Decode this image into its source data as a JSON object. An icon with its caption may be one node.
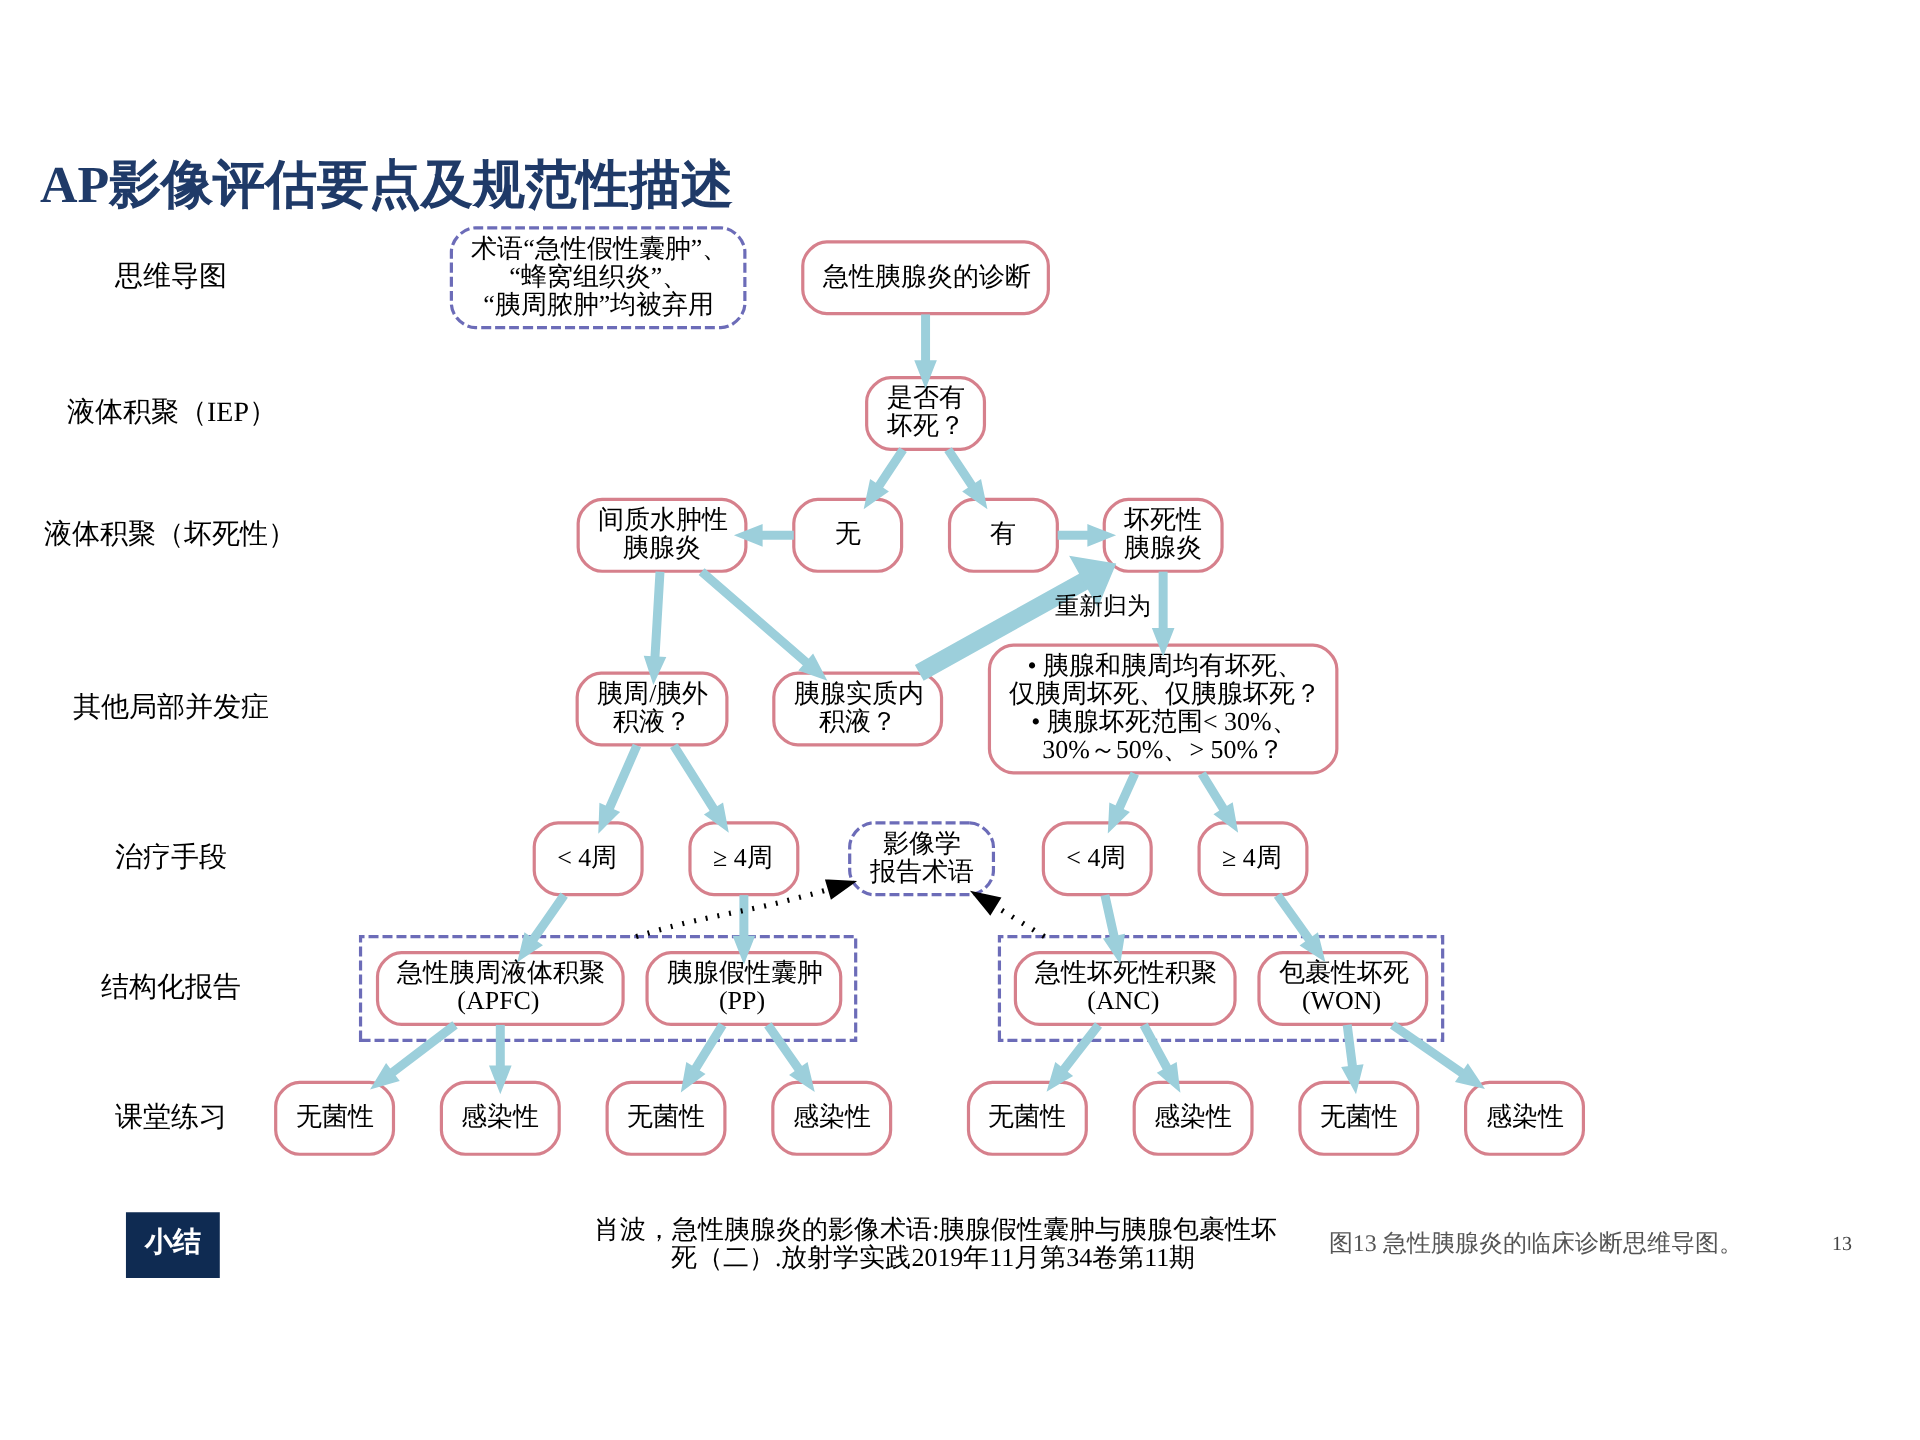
{
  "diagram": {
    "title": "AP影像评估要点及规范性描述",
    "caption": "图13 急性胰腺炎的临床诊断思维导图。",
    "nodes": [
      {
        "text": [
          "术语“急性假性囊肿”、“蜂窝组织炎”、“胰周脓肿”均被弃用"
        ]
      },
      {
        "text": [
          "急性胰腺炎的诊断"
        ]
      },
      {
        "text": [
          "是否有坏死？"
        ]
      },
      {
        "text": [
          "间质水肿性胰腺炎"
        ]
      },
      {
        "text": [
          "无"
        ]
      },
      {
        "text": [
          "有"
        ]
      },
      {
        "text": [
          "坏死性胰腺炎"
        ]
      },
      {
        "text": [
          "胰周/胰外积液？"
        ]
      },
      {
        "text": [
          "胰腺实质内积液？"
        ]
      },
      {
        "text": [
          "• 胰腺和胰周均有坏死、仅胰周坏死、仅胰腺坏死？",
          "• 胰腺坏死范围< 30%、30%～50%、> 50%？"
        ]
      },
      {
        "text": [
          "< 4周"
        ]
      },
      {
        "text": [
          "≥ 4周"
        ]
      },
      {
        "text": [
          "影像学报告术语"
        ]
      },
      {
        "text": [
          "< 4周"
        ]
      },
      {
        "text": [
          "≥ 4周"
        ]
      },
      {
        "text": [],
        "shape": "box"
      },
      {
        "text": [
          "急性胰周液体积聚",
          "(APFC)"
        ],
        "in": 15
      },
      {
        "text": [
          "胰腺假性囊肿",
          "(PP)"
        ],
        "in": 15
      },
      {
        "text": [],
        "shape": "box"
      },
      {
        "text": [
          "急性坏死性积聚",
          "(ANC)"
        ],
        "in": 18
      },
      {
        "text": [
          "包裹性坏死",
          "(WON)"
        ],
        "in": 18
      },
      {
        "text": [
          "无菌性"
        ]
      },
      {
        "text": [
          "感染性"
        ]
      },
      {
        "text": [
          "无菌性"
        ]
      },
      {
        "text": [
          "感染性"
        ]
      },
      {
        "text": [
          "无菌性"
        ]
      },
      {
        "text": [
          "感染性"
        ]
      },
      {
        "text": [
          "无菌性"
        ]
      },
      {
        "text": [
          "感染性"
        ]
      }
    ],
    "edges": [
      {
        "from": 1,
        "to": 2,
        "arrow": "to"
      },
      {
        "from": 2,
        "to": 4,
        "arrow": "to"
      },
      {
        "from": 2,
        "to": 5,
        "arrow": "to"
      },
      {
        "from": 4,
        "to": 3,
        "arrow": "to"
      },
      {
        "from": 5,
        "to": 6,
        "arrow": "to"
      },
      {
        "from": 3,
        "to": 7,
        "arrow": "to"
      },
      {
        "from": 3,
        "to": 8,
        "arrow": "to"
      },
      {
        "from": 8,
        "to": 6,
        "arrow": "to",
        "label": "重新归为",
        "style": "thick"
      },
      {
        "from": 6,
        "to": 9,
        "arrow": "to"
      },
      {
        "from": 7,
        "to": 10,
        "arrow": "to"
      },
      {
        "from": 7,
        "to": 11,
        "arrow": "to"
      },
      {
        "from": 9,
        "to": 13,
        "arrow": "to"
      },
      {
        "from": 9,
        "to": 14,
        "arrow": "to"
      },
      {
        "from": 10,
        "to": 16,
        "arrow": "to"
      },
      {
        "from": 11,
        "to": 17,
        "arrow": "to"
      },
      {
        "from": 13,
        "to": 19,
        "arrow": "to"
      },
      {
        "from": 14,
        "to": 20,
        "arrow": "to"
      },
      {
        "from": 15,
        "to": 12,
        "arrow": "to",
        "style": "dashed",
        "color": "#000000"
      },
      {
        "from": 18,
        "to": 12,
        "arrow": "to",
        "style": "dashed",
        "color": "#000000"
      },
      {
        "from": 16,
        "to": 21,
        "arrow": "to"
      },
      {
        "from": 16,
        "to": 22,
        "arrow": "to"
      },
      {
        "from": 17,
        "to": 23,
        "arrow": "to"
      },
      {
        "from": 17,
        "to": 24,
        "arrow": "to"
      },
      {
        "from": 19,
        "to": 25,
        "arrow": "to"
      },
      {
        "from": 19,
        "to": 26,
        "arrow": "to"
      },
      {
        "from": 20,
        "to": 27,
        "arrow": "to"
      },
      {
        "from": 20,
        "to": 28,
        "arrow": "to"
      }
    ],
    "labels": [
      "思维导图",
      "液体积聚（IEP）",
      "液体积聚（坏死性）",
      "其他局部并发症",
      "治疗手段",
      "结构化报告",
      "课堂练习",
      "小结",
      "肖波，急性胰腺炎的影像术语:胰腺假性囊肿与胰腺包裹性坏死（二）.放射学实践2019年11月第34卷第11期",
      "13"
    ]
  }
}
